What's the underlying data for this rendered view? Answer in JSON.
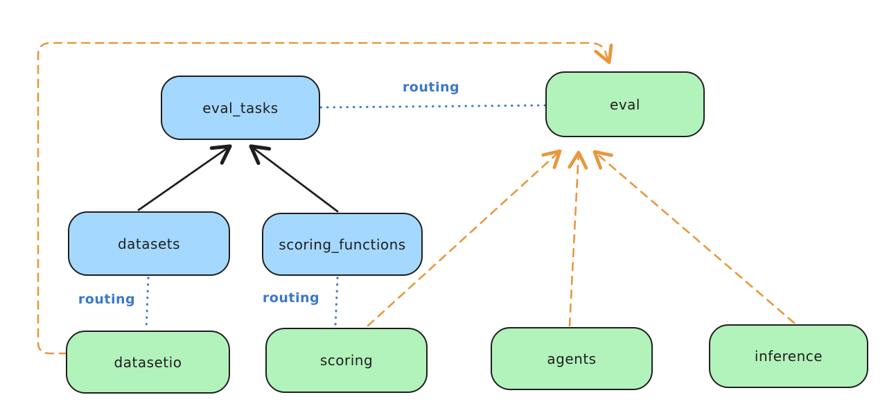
{
  "diagram": {
    "background": "#ffffff",
    "colors": {
      "api_node_fill": "#a5d8ff",
      "provider_node_fill": "#b2f2bb",
      "node_stroke": "#1e1e1e",
      "routing_edge_color": "#3b78c8",
      "provider_edge_color": "#e8973c",
      "inheritance_edge_color": "#1e1e1e"
    },
    "nodes": {
      "eval_tasks": {
        "label": "eval_tasks",
        "kind": "blue"
      },
      "eval": {
        "label": "eval",
        "kind": "green"
      },
      "datasets": {
        "label": "datasets",
        "kind": "blue"
      },
      "scoring_functions": {
        "label": "scoring_functions",
        "kind": "blue"
      },
      "datasetio": {
        "label": "datasetio",
        "kind": "green"
      },
      "scoring": {
        "label": "scoring",
        "kind": "green"
      },
      "agents": {
        "label": "agents",
        "kind": "green"
      },
      "inference": {
        "label": "inference",
        "kind": "green"
      }
    },
    "edge_labels": {
      "eval_tasks_eval": "routing",
      "datasets_datasetio": "routing",
      "scoring_functions_scoring": "routing"
    },
    "edges": [
      {
        "from": "datasets",
        "to": "eval_tasks",
        "style": "solid-black-arrow"
      },
      {
        "from": "scoring_functions",
        "to": "eval_tasks",
        "style": "solid-black-arrow"
      },
      {
        "from": "eval_tasks",
        "to": "eval",
        "style": "dotted-blue",
        "label": "routing"
      },
      {
        "from": "datasets",
        "to": "datasetio",
        "style": "dotted-blue",
        "label": "routing"
      },
      {
        "from": "scoring_functions",
        "to": "scoring",
        "style": "dotted-blue",
        "label": "routing"
      },
      {
        "from": "datasetio",
        "to": "eval",
        "style": "dashed-orange-arrow"
      },
      {
        "from": "scoring",
        "to": "eval",
        "style": "dashed-orange-arrow"
      },
      {
        "from": "agents",
        "to": "eval",
        "style": "dashed-orange-arrow"
      },
      {
        "from": "inference",
        "to": "eval",
        "style": "dashed-orange-arrow"
      }
    ]
  }
}
